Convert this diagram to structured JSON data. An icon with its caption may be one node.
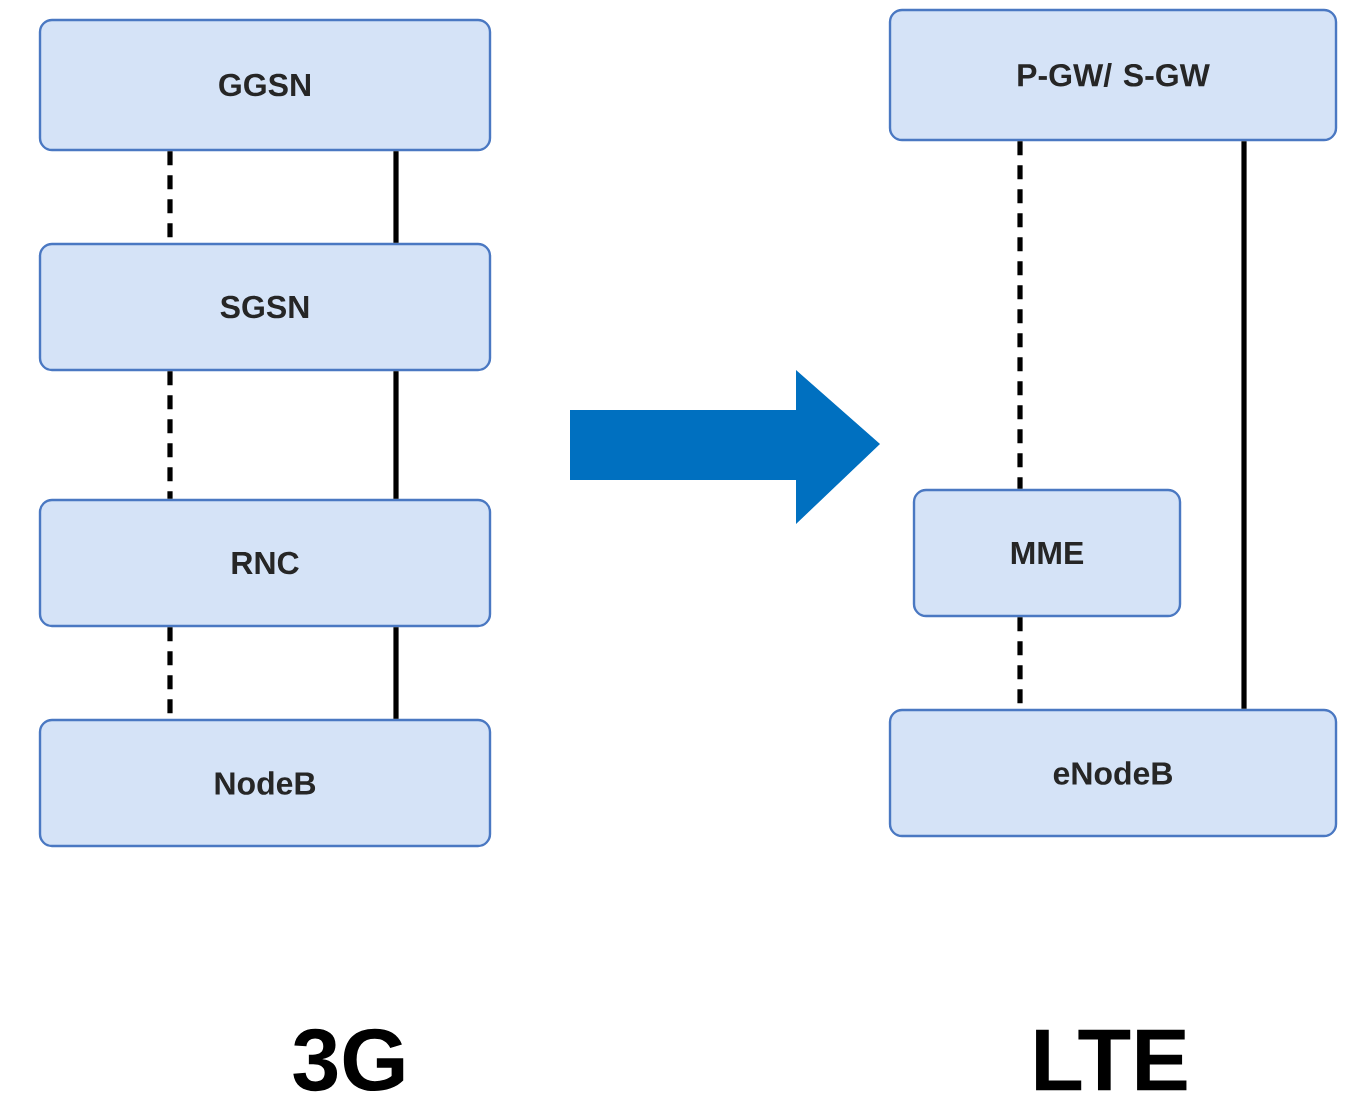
{
  "diagram": {
    "nodes": [
      {
        "text": [
          "GGSN"
        ]
      },
      {
        "text": [
          "SGSN"
        ]
      },
      {
        "text": [
          "RNC"
        ]
      },
      {
        "text": [
          "NodeB"
        ]
      },
      {
        "text": [
          "P-GW/ S-GW"
        ]
      },
      {
        "text": [
          "MME"
        ]
      },
      {
        "text": [
          "eNodeB"
        ]
      }
    ],
    "edges": [
      {
        "from": 0,
        "to": 1,
        "arrow": "none",
        "style": "dashed"
      },
      {
        "from": 0,
        "to": 1,
        "arrow": "none"
      },
      {
        "from": 1,
        "to": 2,
        "arrow": "none",
        "style": "dashed"
      },
      {
        "from": 1,
        "to": 2,
        "arrow": "none"
      },
      {
        "from": 2,
        "to": 3,
        "arrow": "none",
        "style": "dashed"
      },
      {
        "from": 2,
        "to": 3,
        "arrow": "none"
      },
      {
        "from": 4,
        "to": 5,
        "arrow": "none",
        "style": "dashed"
      },
      {
        "from": 5,
        "to": 6,
        "arrow": "none",
        "style": "dashed"
      },
      {
        "from": 4,
        "to": 6,
        "arrow": "none"
      }
    ],
    "labels": [
      "3G",
      "LTE"
    ]
  }
}
